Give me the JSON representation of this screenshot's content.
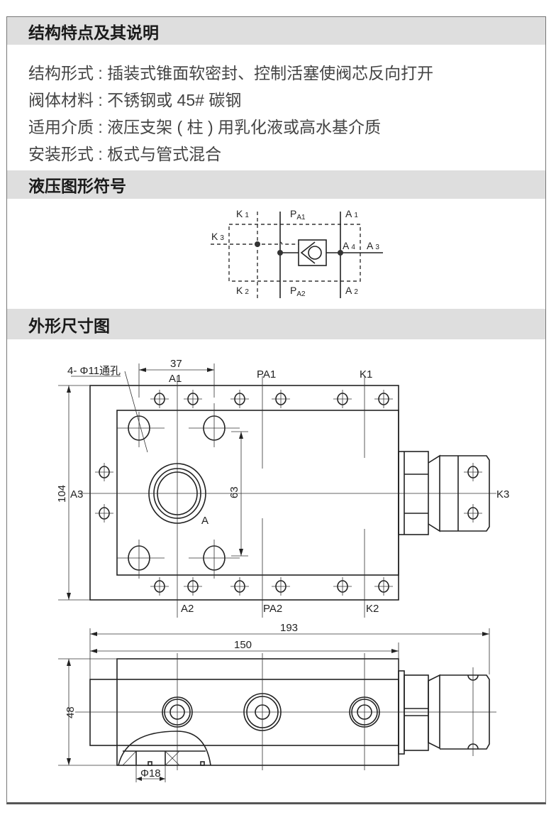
{
  "sections": {
    "structure": {
      "title": "结构特点及其说明",
      "rows": [
        {
          "label": "结构形式",
          "sep": " : ",
          "value": "插装式锥面软密封、控制活塞使阀芯反向打开"
        },
        {
          "label": "阀体材料",
          "sep": " : ",
          "value": "不锈钢或 45# 碳钢"
        },
        {
          "label": "适用介质",
          "sep": " : ",
          "value": "液压支架 ( 柱 ) 用乳化液或高水基介质"
        },
        {
          "label": "安装形式",
          "sep": " : ",
          "value": "板式与管式混合"
        }
      ]
    },
    "symbol": {
      "title": "液压图形符号",
      "labels": {
        "k1": "K",
        "k1s": "1",
        "pa1": "P",
        "pa1s": "A1",
        "a1": "A",
        "a1s": "1",
        "k3": "K",
        "k3s": "3",
        "a4": "A",
        "a4s": "4",
        "a3": "A",
        "a3s": "3",
        "k2": "K",
        "k2s": "2",
        "pa2": "P",
        "pa2s": "A2",
        "a2": "A",
        "a2s": "2"
      }
    },
    "dimensions": {
      "title": "外形尺寸图",
      "top_view": {
        "hole_note": "4- Φ11通孔",
        "d37": "37",
        "a1": "A1",
        "pa1": "PA1",
        "k1": "K1",
        "a3": "A3",
        "d104": "104",
        "d63": "63",
        "a": "A",
        "k3": "K3",
        "a2": "A2",
        "pa2": "PA2",
        "k2": "K2"
      },
      "side_view": {
        "d193": "193",
        "d150": "150",
        "d48": "48",
        "d18": "Φ18"
      }
    }
  }
}
